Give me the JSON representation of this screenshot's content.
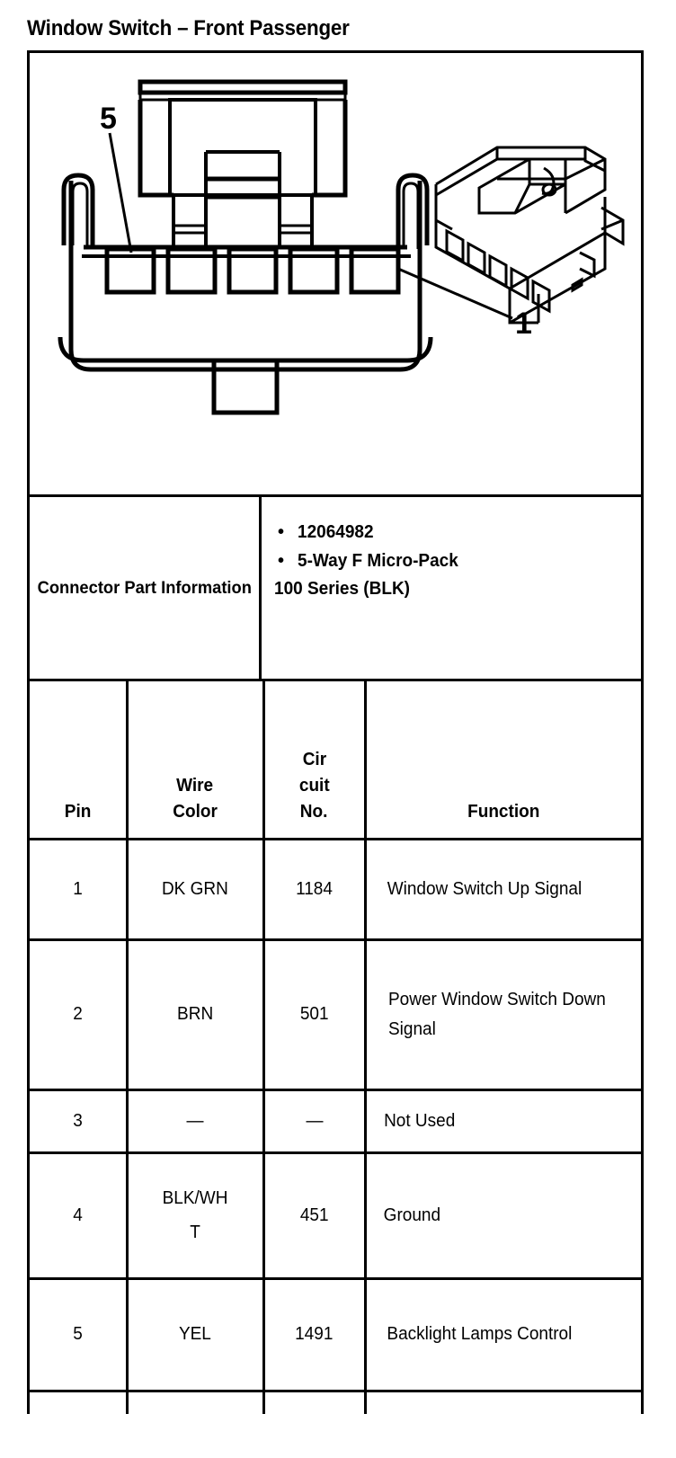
{
  "title": "Window Switch – Front Passenger",
  "illustration": {
    "callouts": [
      {
        "label": "5",
        "target": "cavity-5-left"
      },
      {
        "label": "1",
        "target": "cavity-1-right"
      }
    ],
    "cavity_count": 5,
    "views": [
      "front-face-view",
      "isometric-view"
    ]
  },
  "connector_info": {
    "label": "Connector Part Information",
    "bullets": [
      "12064982",
      "5-Way F Micro-Pack"
    ],
    "continuation": "100 Series (BLK)"
  },
  "pin_table": {
    "headers": {
      "pin": "Pin",
      "wire_color": [
        "Wire",
        "Color"
      ],
      "circuit_no": [
        "Cir",
        "cuit",
        "No."
      ],
      "function": "Function"
    },
    "rows": [
      {
        "pin": "1",
        "wire_color": "DK GRN",
        "circuit_no": "1184",
        "function": "Window Switch Up Signal"
      },
      {
        "pin": "2",
        "wire_color": "BRN",
        "circuit_no": "501",
        "function": "Power Window Switch Down Signal"
      },
      {
        "pin": "3",
        "wire_color": "—",
        "circuit_no": "—",
        "function": "Not Used"
      },
      {
        "pin": "4",
        "wire_color": "BLK/WHT",
        "circuit_no": "451",
        "function": "Ground"
      },
      {
        "pin": "5",
        "wire_color": "YEL",
        "circuit_no": "1491",
        "function": "Backlight Lamps Control"
      }
    ]
  },
  "colors": {
    "ink": "#000000",
    "paper": "#ffffff"
  }
}
